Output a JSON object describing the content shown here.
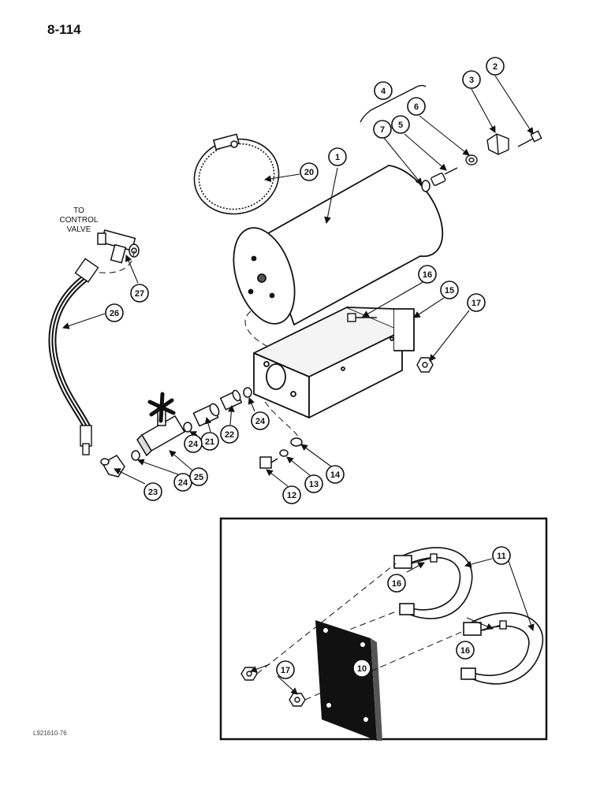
{
  "page_number": "8-114",
  "doc_code": "L921610-76",
  "note_lines": [
    "TO",
    "CONTROL",
    "VALVE"
  ],
  "callouts": [
    "1",
    "2",
    "3",
    "4",
    "5",
    "6",
    "7",
    "10",
    "11",
    "12",
    "13",
    "14",
    "15",
    "16",
    "17",
    "20",
    "21",
    "22",
    "23",
    "24",
    "25",
    "26",
    "27"
  ]
}
